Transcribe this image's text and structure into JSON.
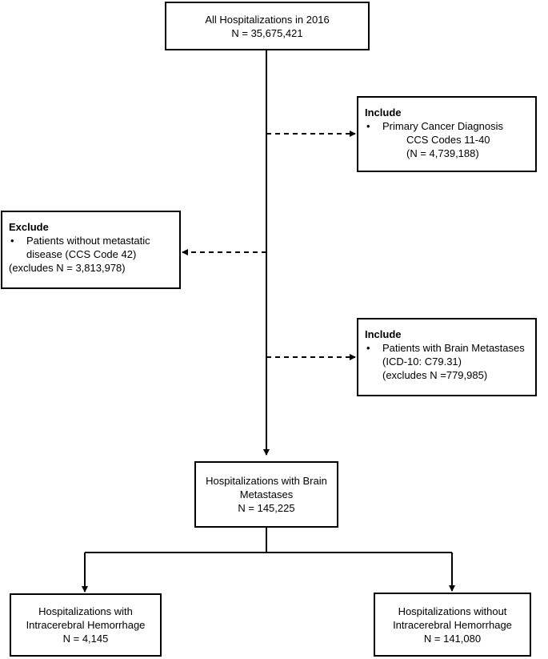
{
  "top": {
    "line1": "All Hospitalizations in 2016",
    "line2": "N = 35,675,421"
  },
  "include1": {
    "heading": "Include",
    "bullet": "•",
    "line1": "Primary Cancer Diagnosis",
    "line2": "CCS Codes 11-40",
    "line3": "(N = 4,739,188)"
  },
  "exclude1": {
    "heading": "Exclude",
    "bullet": "•",
    "line1": "Patients without metastatic",
    "line2": "disease (CCS Code 42)",
    "line3": "(excludes N = 3,813,978)"
  },
  "include2": {
    "heading": "Include",
    "bullet": "•",
    "line1": "Patients with Brain Metastases",
    "line2": "(ICD-10: C79.31)",
    "line3": "(excludes N =779,985)"
  },
  "middle": {
    "line1": "Hospitalizations with Brain",
    "line2": "Metastases",
    "line3": "N = 145,225"
  },
  "left_bottom": {
    "line1": "Hospitalizations with",
    "line2": "Intracerebral Hemorrhage",
    "line3": "N = 4,145"
  },
  "right_bottom": {
    "line1": "Hospitalizations without",
    "line2": "Intracerebral Hemorrhage",
    "line3": "N = 141,080"
  },
  "colors": {
    "line": "#000000",
    "background": "#ffffff"
  }
}
